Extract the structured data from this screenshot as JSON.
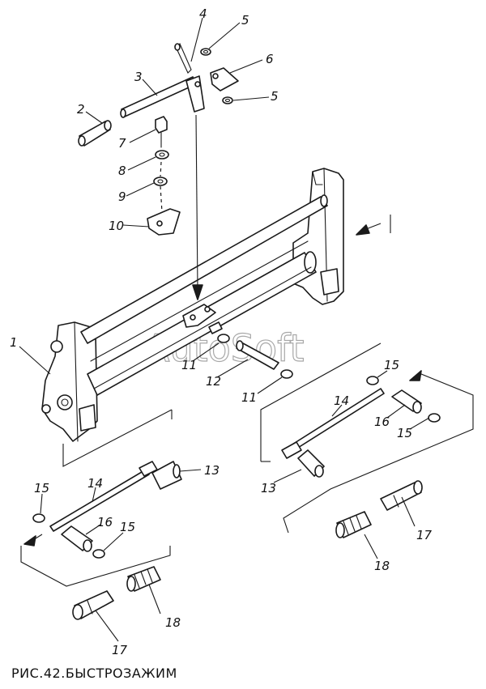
{
  "caption": "РИС.42.БЫСТРОЗАЖИМ",
  "watermark": "AutoSoft",
  "callouts": {
    "c1": "1",
    "c2": "2",
    "c3": "3",
    "c4": "4",
    "c5a": "5",
    "c5b": "5",
    "c6": "6",
    "c7": "7",
    "c8": "8",
    "c9": "9",
    "c10": "10",
    "c11a": "11",
    "c11b": "11",
    "c12": "12",
    "c13a": "13",
    "c13b": "13",
    "c14a": "14",
    "c14b": "14",
    "c15a": "15",
    "c15b": "15",
    "c15c": "15",
    "c15d": "15",
    "c16a": "16",
    "c16b": "16",
    "c17a": "17",
    "c17b": "17",
    "c18a": "18",
    "c18b": "18"
  }
}
